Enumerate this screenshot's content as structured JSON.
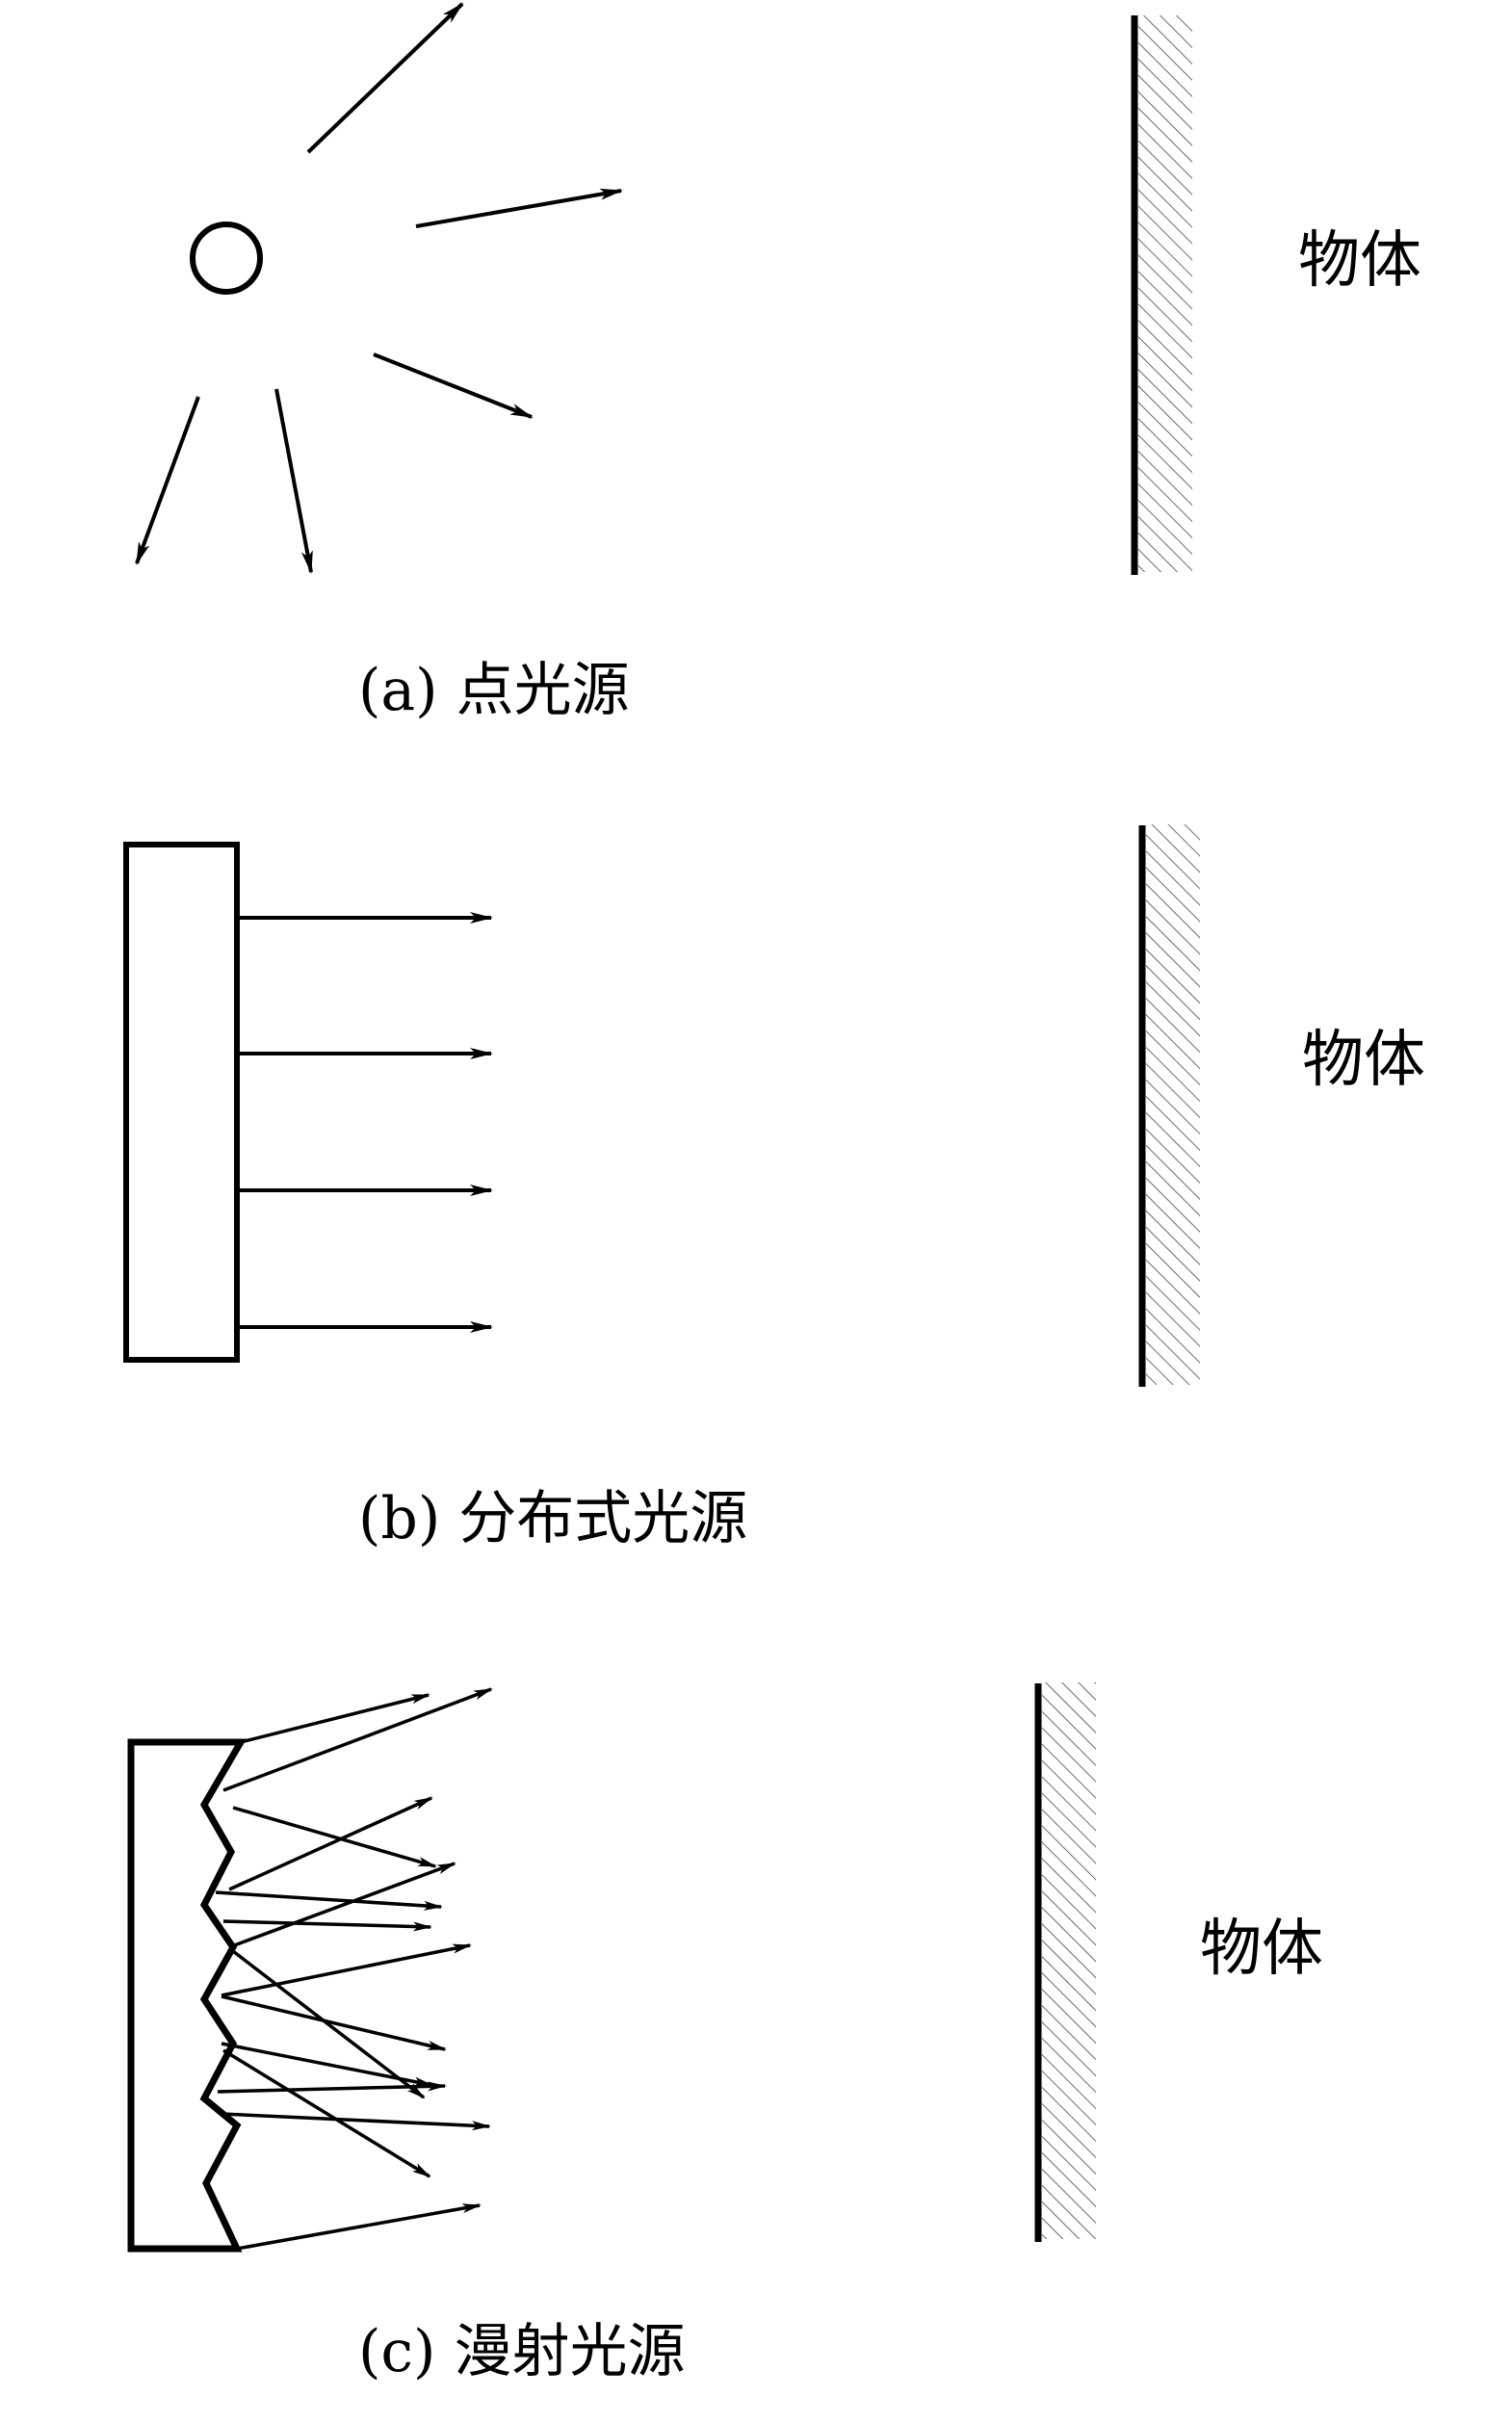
{
  "panels": [
    {
      "caption": "(a) 点光源",
      "object_label": "物体"
    },
    {
      "caption": "(b) 分布式光源",
      "object_label": "物体"
    },
    {
      "caption": "(c) 漫射光源",
      "object_label": "物体"
    }
  ]
}
